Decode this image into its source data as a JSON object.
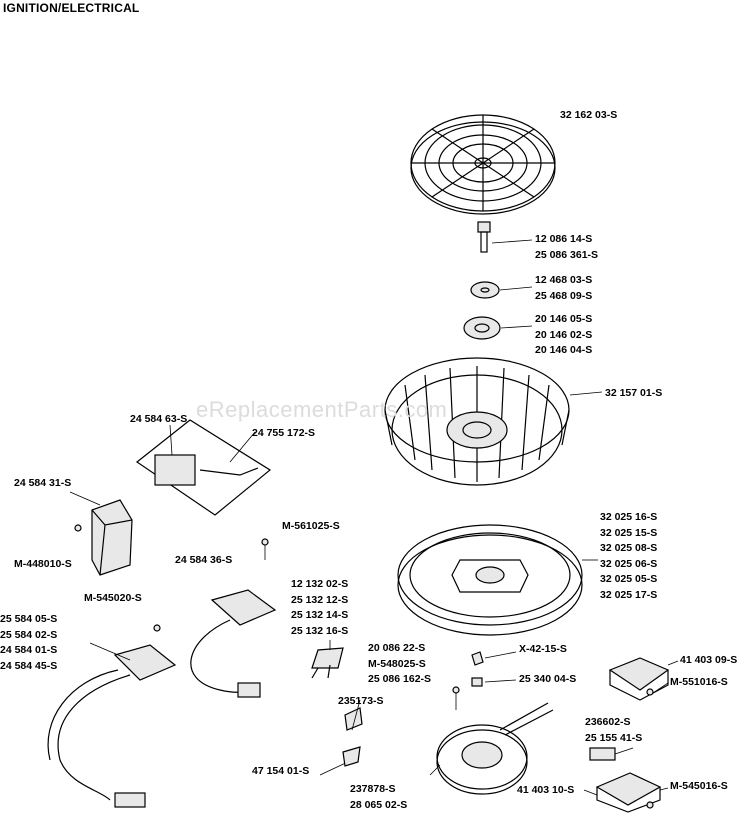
{
  "title": "IGNITION/ELECTRICAL",
  "watermark": "eReplacementParts.com",
  "parts": {
    "fan_screen": [
      "32 162 03-S"
    ],
    "screw": [
      "12 086 14-S",
      "25 086 361-S"
    ],
    "washer": [
      "12 468 03-S",
      "25 468 09-S"
    ],
    "retainer": [
      "20 146 05-S",
      "20 146 02-S",
      "20 146 04-S"
    ],
    "fan": [
      "32 157 01-S"
    ],
    "flywheel": [
      "32 025 16-S",
      "32 025 15-S",
      "32 025 08-S",
      "32 025 06-S",
      "32 025 05-S",
      "32 025 17-S"
    ],
    "ignition_kit": [
      "24 584 63-S"
    ],
    "lead_kit": [
      "24 755 172-S"
    ],
    "module": [
      "24 584 31-S"
    ],
    "screw_m448": [
      "M-448010-S"
    ],
    "screw_m561": [
      "M-561025-S"
    ],
    "coil_right": [
      "24 584 36-S"
    ],
    "screw_m545": [
      "M-545020-S"
    ],
    "coil_left": [
      "25 584 05-S",
      "25 584 02-S",
      "24 584 01-S",
      "24 584 45-S"
    ],
    "spark_plug": [
      "12 132 02-S",
      "25 132 12-S",
      "25 132 14-S",
      "25 132 16-S"
    ],
    "stator_screws": [
      "20 086 22-S",
      "M-548025-S",
      "25 086 162-S"
    ],
    "key": [
      "X-42-15-S"
    ],
    "pin": [
      "25 340 04-S"
    ],
    "clip_top": [
      "235173-S"
    ],
    "clip_bottom": [
      "47 154 01-S"
    ],
    "stator": [
      "237878-S",
      "28 065 02-S"
    ],
    "rectifier": [
      "41 403 09-S"
    ],
    "screw_m551": [
      "M-551016-S"
    ],
    "diode": [
      "236602-S",
      "25 155 41-S"
    ],
    "regulator": [
      "41 403 10-S"
    ],
    "screw_m545b": [
      "M-545016-S"
    ]
  }
}
